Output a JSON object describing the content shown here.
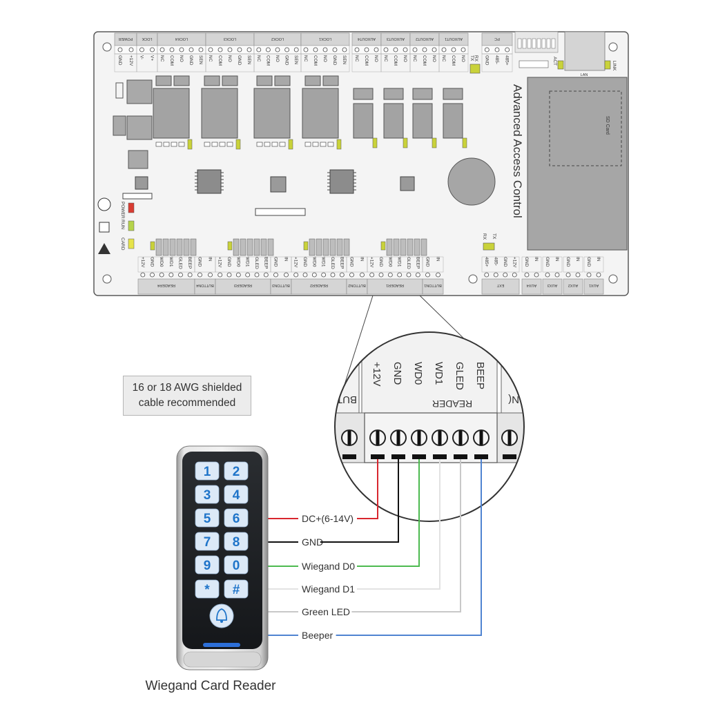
{
  "board": {
    "title": "Advanced Access Control",
    "sd_card_label": "SD Card",
    "lan_label": "LAN",
    "top_headers": [
      {
        "id": "power",
        "label": "POWER",
        "pins": [
          "GND",
          "+12V"
        ]
      },
      {
        "id": "lock",
        "label": "LOCK",
        "pins": [
          "V-",
          "V+"
        ]
      },
      {
        "id": "lock4",
        "label": "LOCK4",
        "pins": [
          "NC",
          "COM",
          "NO",
          "GND",
          "SEN"
        ]
      },
      {
        "id": "lock3",
        "label": "LOCK3",
        "pins": [
          "NC",
          "COM",
          "NO",
          "GND",
          "SEN"
        ]
      },
      {
        "id": "lock2",
        "label": "LOCK2",
        "pins": [
          "NC",
          "COM",
          "NO",
          "GND",
          "SEN"
        ]
      },
      {
        "id": "lock1",
        "label": "LOCK1",
        "pins": [
          "NC",
          "COM",
          "NO",
          "GND",
          "SEN"
        ]
      },
      {
        "id": "auxout4",
        "label": "AUXOUT4",
        "pins": [
          "NC",
          "COM",
          "NO"
        ]
      },
      {
        "id": "auxout3",
        "label": "AUXOUT3",
        "pins": [
          "NC",
          "COM",
          "NO"
        ]
      },
      {
        "id": "auxout2",
        "label": "AUXOUT2",
        "pins": [
          "NC",
          "COM",
          "NO"
        ]
      },
      {
        "id": "auxout1",
        "label": "AUXOUT1",
        "pins": [
          "NC",
          "COM",
          "NO"
        ]
      },
      {
        "id": "pc",
        "label": "PC",
        "pins": [
          "GND",
          "485-",
          "485+"
        ]
      }
    ],
    "top_leds": [
      "TX",
      "RX",
      "ACT",
      "LINK"
    ],
    "status_leds": [
      "POWER",
      "RUN",
      "CARD"
    ],
    "bottom_headers": [
      {
        "id": "reader4",
        "label": "READER4",
        "pins": [
          "+12V",
          "GND",
          "WD0",
          "WD1",
          "GLED",
          "BEEP"
        ]
      },
      {
        "id": "button4",
        "label": "BUTTON4",
        "pins": [
          "GND",
          "IN"
        ]
      },
      {
        "id": "reader3",
        "label": "READER3",
        "pins": [
          "+12V",
          "GND",
          "WD0",
          "WD1",
          "GLED",
          "BEEP"
        ]
      },
      {
        "id": "button3",
        "label": "BUTTON3",
        "pins": [
          "GND",
          "IN"
        ]
      },
      {
        "id": "reader2",
        "label": "READER2",
        "pins": [
          "+12V",
          "GND",
          "WD0",
          "WD1",
          "GLED",
          "BEEP"
        ]
      },
      {
        "id": "button2",
        "label": "BUTTON2",
        "pins": [
          "GND",
          "IN"
        ]
      },
      {
        "id": "reader1",
        "label": "READER1",
        "pins": [
          "+12V",
          "GND",
          "WD0",
          "WD1",
          "GLED",
          "BEEP"
        ]
      },
      {
        "id": "button1",
        "label": "BUTTON1",
        "pins": [
          "GND",
          "IN"
        ]
      },
      {
        "id": "ext",
        "label": "EXT",
        "pins": [
          "485+",
          "485-",
          "GND",
          "+12V"
        ]
      },
      {
        "id": "aux4",
        "label": "AUX4",
        "pins": [
          "GND",
          "IN"
        ]
      },
      {
        "id": "aux3",
        "label": "AUX3",
        "pins": [
          "GND",
          "IN"
        ]
      },
      {
        "id": "aux2",
        "label": "AUX2",
        "pins": [
          "GND",
          "IN"
        ]
      },
      {
        "id": "aux1",
        "label": "AUX1",
        "pins": [
          "GND",
          "IN"
        ]
      }
    ],
    "ext_leds": [
      "TX",
      "RX"
    ]
  },
  "zoom": {
    "pins": [
      "+12V",
      "GND",
      "WD0",
      "WD1",
      "GLED",
      "BEEP"
    ],
    "block_label": "READER",
    "left_fragment": "BUT",
    "right_fragment": "N("
  },
  "note": {
    "line1": "16 or 18 AWG shielded",
    "line2": "cable recommended"
  },
  "wires": [
    {
      "label": "DC+(6-14V)",
      "color": "#d8262e",
      "pin": "+12V"
    },
    {
      "label": "GND",
      "color": "#111111",
      "pin": "GND"
    },
    {
      "label": "Wiegand D0",
      "color": "#4cba4f",
      "pin": "WD0"
    },
    {
      "label": "Wiegand D1",
      "color": "#e2e2e2",
      "pin": "WD1"
    },
    {
      "label": "Green LED",
      "color": "#c8c8c8",
      "pin": "GLED"
    },
    {
      "label": "Beeper",
      "color": "#4f83d1",
      "pin": "BEEP"
    }
  ],
  "keypad": {
    "keys": [
      "1",
      "2",
      "3",
      "4",
      "5",
      "6",
      "7",
      "8",
      "9",
      "0",
      "*",
      "#"
    ],
    "bell_icon": "bell-icon",
    "indicator_color": "#2d6fd8",
    "key_color": "#dce9f7",
    "key_text_color": "#1f74c9"
  },
  "caption": "Wiegand Card Reader"
}
